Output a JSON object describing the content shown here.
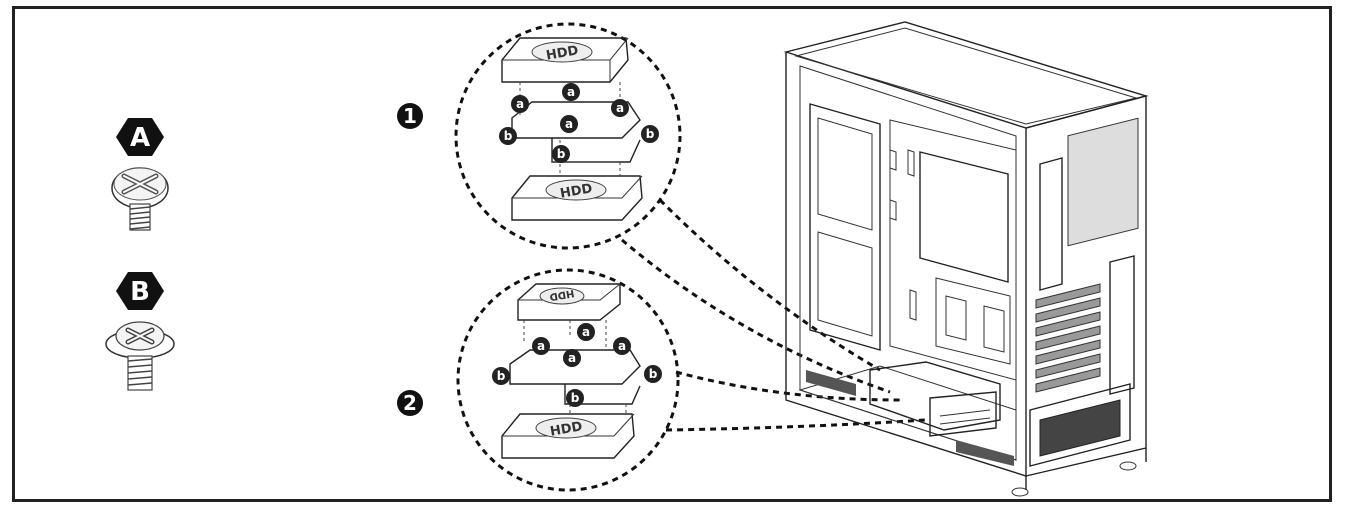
{
  "labels": {
    "screw_a": "A",
    "screw_b": "B",
    "step_1": "1",
    "step_2": "2",
    "callout_a": "a",
    "callout_b": "b",
    "hdd": "HDD"
  },
  "colors": {
    "ink": "#222222",
    "background": "#ffffff"
  },
  "icons": [
    "screw-a-icon",
    "screw-b-icon",
    "pc-case-illustration",
    "hdd-icon"
  ]
}
